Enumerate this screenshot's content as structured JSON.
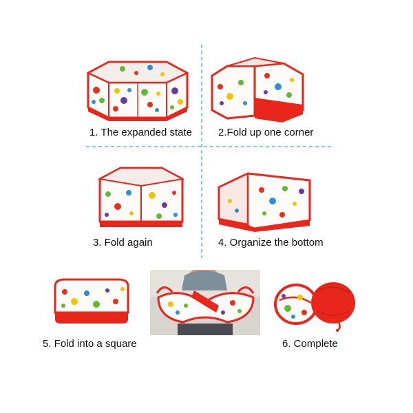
{
  "steps": [
    {
      "label": "1. The expanded state"
    },
    {
      "label": "2.Fold up one corner"
    },
    {
      "label": "3. Fold again"
    },
    {
      "label": "4. Organize the bottom"
    },
    {
      "label": "5. Fold into a square"
    },
    {
      "label": "6. Complete"
    }
  ],
  "colors": {
    "frame_red": "#e8261c",
    "fabric": "#fcfbf8",
    "divider": "#5fb8d8",
    "dots": [
      "#e8301e",
      "#f2c200",
      "#2e8fd6",
      "#6a3a9a",
      "#62b935"
    ],
    "text": "#111111"
  }
}
